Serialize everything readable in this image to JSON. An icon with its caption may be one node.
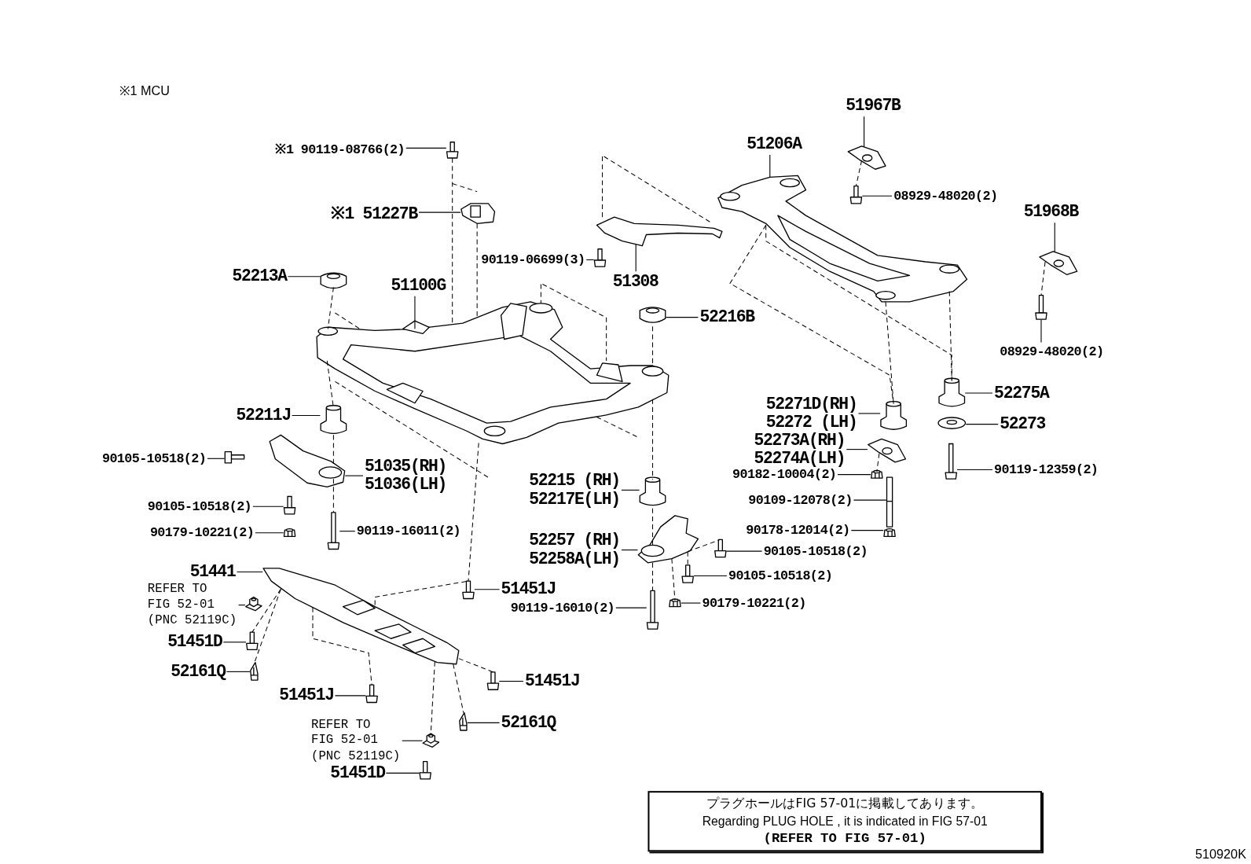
{
  "diagram": {
    "nodes": [
      {
        "text": [
          "※1 90119-08766(2)"
        ]
      },
      {
        "text": [
          "※1 51227B"
        ]
      },
      {
        "text": [
          "52213A"
        ]
      },
      {
        "text": [
          "51100G"
        ]
      },
      {
        "text": [
          "52211J"
        ]
      },
      {
        "text": [
          "90105-10518(2)"
        ]
      },
      {
        "text": [
          "51035(RH)",
          "51036(LH)"
        ]
      },
      {
        "text": [
          "90105-10518(2)"
        ]
      },
      {
        "text": [
          "90179-10221(2)"
        ]
      },
      {
        "text": [
          "90119-16011(2)"
        ]
      },
      {
        "text": [
          "51441"
        ]
      },
      {
        "text": [
          "REFER TO FIG 52-01",
          "(PNC 52119C)"
        ]
      },
      {
        "text": [
          "51451D"
        ]
      },
      {
        "text": [
          "52161Q"
        ]
      },
      {
        "text": [
          "51451J"
        ]
      },
      {
        "text": [
          "51451J"
        ]
      },
      {
        "text": [
          "51451J"
        ]
      },
      {
        "text": [
          "REFER TO FIG 52-01",
          "(PNC 52119C)"
        ]
      },
      {
        "text": [
          "52161Q"
        ]
      },
      {
        "text": [
          "51451D"
        ]
      },
      {
        "text": [
          "90119-06699(3)"
        ]
      },
      {
        "text": [
          "51308"
        ]
      },
      {
        "text": [
          "51206A"
        ]
      },
      {
        "text": [
          "51967B"
        ]
      },
      {
        "text": [
          "08929-48020(2)"
        ]
      },
      {
        "text": [
          "51968B"
        ]
      },
      {
        "text": [
          "08929-48020(2)"
        ]
      },
      {
        "text": [
          "52216B"
        ]
      },
      {
        "text": [
          "52275A"
        ]
      },
      {
        "text": [
          "52271D(RH)",
          "52272 (LH)"
        ]
      },
      {
        "text": [
          "52273"
        ]
      },
      {
        "text": [
          "52273A(RH)",
          "52274A(LH)"
        ]
      },
      {
        "text": [
          "90119-12359(2)"
        ]
      },
      {
        "text": [
          "90182-10004(2)"
        ]
      },
      {
        "text": [
          "52215 (RH)",
          "52217E(LH)"
        ]
      },
      {
        "text": [
          "90109-12078(2)"
        ]
      },
      {
        "text": [
          "90178-12014(2)"
        ]
      },
      {
        "text": [
          "52257 (RH)",
          "52258A(LH)"
        ]
      },
      {
        "text": [
          "90105-10518(2)"
        ]
      },
      {
        "text": [
          "90105-10518(2)"
        ]
      },
      {
        "text": [
          "90119-16010(2)"
        ]
      },
      {
        "text": [
          "90179-10221(2)"
        ]
      },
      {
        "text": [],
        "shape": "picture"
      },
      {
        "text": [],
        "shape": "picture"
      },
      {
        "text": [],
        "shape": "picture"
      },
      {
        "text": [],
        "shape": "picture"
      },
      {
        "text": [],
        "shape": "picture"
      },
      {
        "text": [],
        "shape": "picture"
      },
      {
        "text": [],
        "shape": "picture"
      },
      {
        "text": [],
        "shape": "picture"
      },
      {
        "text": [],
        "shape": "picture"
      },
      {
        "text": [],
        "shape": "picture"
      },
      {
        "text": [],
        "shape": "picture"
      },
      {
        "text": [],
        "shape": "picture"
      },
      {
        "text": [],
        "shape": "picture"
      },
      {
        "text": [],
        "shape": "picture"
      },
      {
        "text": [],
        "shape": "picture"
      },
      {
        "text": [],
        "shape": "picture"
      },
      {
        "text": [],
        "shape": "picture"
      },
      {
        "text": [],
        "shape": "picture"
      },
      {
        "text": [],
        "shape": "picture"
      },
      {
        "text": [],
        "shape": "picture"
      },
      {
        "text": [],
        "shape": "picture"
      },
      {
        "text": [],
        "shape": "picture"
      },
      {
        "text": [],
        "shape": "picture"
      },
      {
        "text": [],
        "shape": "picture"
      },
      {
        "text": [],
        "shape": "picture"
      },
      {
        "text": [],
        "shape": "picture"
      },
      {
        "text": [],
        "shape": "picture"
      },
      {
        "text": [],
        "shape": "picture"
      },
      {
        "text": [],
        "shape": "picture"
      },
      {
        "text": [],
        "shape": "picture"
      },
      {
        "text": [],
        "shape": "picture"
      },
      {
        "text": [],
        "shape": "picture"
      },
      {
        "text": [],
        "shape": "picture"
      },
      {
        "text": [],
        "shape": "picture"
      },
      {
        "text": [],
        "shape": "picture"
      },
      {
        "text": [],
        "shape": "picture"
      },
      {
        "text": [],
        "shape": "picture"
      },
      {
        "text": [],
        "shape": "picture"
      },
      {
        "text": [],
        "shape": "picture"
      },
      {
        "text": [],
        "shape": "picture"
      },
      {
        "text": [],
        "shape": "picture"
      },
      {
        "text": [],
        "shape": "picture"
      },
      {
        "text": [
          "プラグホールはFIG 57-01に掲載してあります。",
          "Regarding PLUG HOLE , it is indicated in FIG 57-01",
          "(REFER TO FIG 57-01)"
        ]
      }
    ],
    "edges": [
      {
        "from": 0,
        "to": 42,
        "arrow": "none"
      },
      {
        "from": 1,
        "to": 43,
        "arrow": "none"
      },
      {
        "from": 2,
        "to": 44,
        "arrow": "none"
      },
      {
        "from": 3,
        "to": 45,
        "arrow": "none"
      },
      {
        "from": 4,
        "to": 46,
        "arrow": "none"
      },
      {
        "from": 5,
        "to": 47,
        "arrow": "none"
      },
      {
        "from": 6,
        "to": 48,
        "arrow": "none"
      },
      {
        "from": 7,
        "to": 49,
        "arrow": "none"
      },
      {
        "from": 8,
        "to": 50,
        "arrow": "none"
      },
      {
        "from": 9,
        "to": 51,
        "arrow": "none"
      },
      {
        "from": 10,
        "to": 52,
        "arrow": "none"
      },
      {
        "from": 11,
        "to": 53,
        "arrow": "none"
      },
      {
        "from": 12,
        "to": 54,
        "arrow": "none"
      },
      {
        "from": 13,
        "to": 55,
        "arrow": "none"
      },
      {
        "from": 14,
        "to": 56,
        "arrow": "none"
      },
      {
        "from": 15,
        "to": 57,
        "arrow": "none"
      },
      {
        "from": 16,
        "to": 58,
        "arrow": "none"
      },
      {
        "from": 17,
        "to": 59,
        "arrow": "none"
      },
      {
        "from": 18,
        "to": 60,
        "arrow": "none"
      },
      {
        "from": 19,
        "to": 61,
        "arrow": "none"
      },
      {
        "from": 20,
        "to": 62,
        "arrow": "none"
      },
      {
        "from": 21,
        "to": 63,
        "arrow": "none"
      },
      {
        "from": 22,
        "to": 64,
        "arrow": "none"
      },
      {
        "from": 23,
        "to": 65,
        "arrow": "none"
      },
      {
        "from": 24,
        "to": 66,
        "arrow": "none"
      },
      {
        "from": 25,
        "to": 67,
        "arrow": "none"
      },
      {
        "from": 26,
        "to": 68,
        "arrow": "none"
      },
      {
        "from": 27,
        "to": 69,
        "arrow": "none"
      },
      {
        "from": 28,
        "to": 70,
        "arrow": "none"
      },
      {
        "from": 29,
        "to": 71,
        "arrow": "none"
      },
      {
        "from": 30,
        "to": 72,
        "arrow": "none"
      },
      {
        "from": 31,
        "to": 73,
        "arrow": "none"
      },
      {
        "from": 32,
        "to": 74,
        "arrow": "none"
      },
      {
        "from": 33,
        "to": 75,
        "arrow": "none"
      },
      {
        "from": 34,
        "to": 76,
        "arrow": "none"
      },
      {
        "from": 35,
        "to": 77,
        "arrow": "none"
      },
      {
        "from": 36,
        "to": 78,
        "arrow": "none"
      },
      {
        "from": 37,
        "to": 79,
        "arrow": "none"
      },
      {
        "from": 38,
        "to": 80,
        "arrow": "none"
      },
      {
        "from": 39,
        "to": 81,
        "arrow": "none"
      },
      {
        "from": 40,
        "to": 82,
        "arrow": "none"
      },
      {
        "from": 41,
        "to": 83,
        "arrow": "none"
      },
      {
        "from": 42,
        "to": 45,
        "arrow": "none",
        "style": "dashed"
      },
      {
        "from": 43,
        "to": 45,
        "arrow": "none",
        "style": "dashed"
      },
      {
        "from": 44,
        "to": 45,
        "arrow": "none",
        "style": "dashed"
      },
      {
        "from": 45,
        "to": 46,
        "arrow": "none",
        "style": "dashed"
      },
      {
        "from": 46,
        "to": 48,
        "arrow": "none",
        "style": "dashed"
      },
      {
        "from": 48,
        "to": 51,
        "arrow": "none",
        "style": "dashed"
      },
      {
        "from": 69,
        "to": 45,
        "arrow": "none",
        "style": "dashed"
      },
      {
        "from": 45,
        "to": 76,
        "arrow": "none",
        "style": "dashed"
      },
      {
        "from": 76,
        "to": 79,
        "arrow": "none",
        "style": "dashed"
      },
      {
        "from": 79,
        "to": 82,
        "arrow": "none",
        "style": "dashed"
      },
      {
        "from": 79,
        "to": 83,
        "arrow": "none",
        "style": "dashed"
      },
      {
        "from": 79,
        "to": 81,
        "arrow": "none",
        "style": "dashed"
      },
      {
        "from": 79,
        "to": 80,
        "arrow": "none",
        "style": "dashed"
      },
      {
        "from": 45,
        "to": 56,
        "arrow": "none",
        "style": "dashed"
      },
      {
        "from": 52,
        "to": 56,
        "arrow": "none",
        "style": "dashed"
      },
      {
        "from": 52,
        "to": 57,
        "arrow": "none",
        "style": "dashed"
      },
      {
        "from": 52,
        "to": 58,
        "arrow": "none",
        "style": "dashed"
      },
      {
        "from": 52,
        "to": 59,
        "arrow": "none",
        "style": "dashed"
      },
      {
        "from": 52,
        "to": 60,
        "arrow": "none",
        "style": "dashed"
      },
      {
        "from": 52,
        "to": 54,
        "arrow": "none",
        "style": "dashed"
      },
      {
        "from": 52,
        "to": 55,
        "arrow": "none",
        "style": "dashed"
      },
      {
        "from": 64,
        "to": 71,
        "arrow": "none",
        "style": "dashed"
      },
      {
        "from": 64,
        "to": 70,
        "arrow": "none",
        "style": "dashed"
      },
      {
        "from": 64,
        "to": 71,
        "arrow": "none",
        "style": "dashed"
      },
      {
        "from": 64,
        "to": 70,
        "arrow": "none",
        "style": "dashed"
      },
      {
        "from": 65,
        "to": 66,
        "arrow": "none",
        "style": "dashed"
      },
      {
        "from": 67,
        "to": 68,
        "arrow": "none",
        "style": "dashed"
      },
      {
        "from": 73,
        "to": 75,
        "arrow": "none",
        "style": "dashed"
      }
    ],
    "labels": [
      "※1 MCU",
      "510920K"
    ]
  }
}
